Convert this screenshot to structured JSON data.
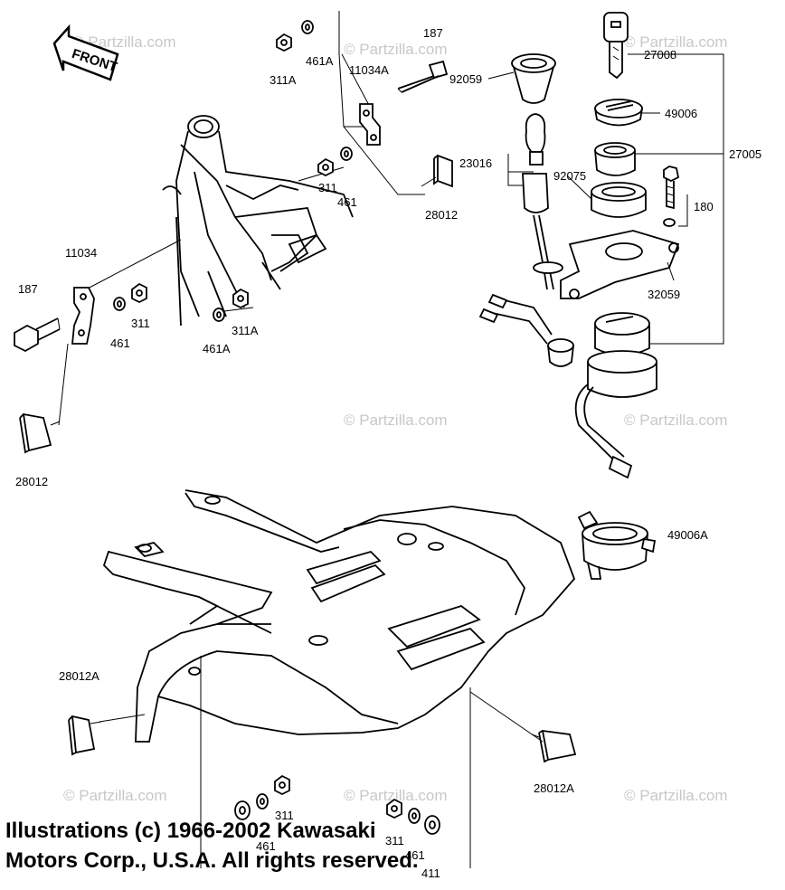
{
  "front_label": "FRONT",
  "watermark": "© Partzilla.com",
  "labels": {
    "p187_top": "187",
    "p461A_top": "461A",
    "p311A_top": "311A",
    "p11034A": "11034A",
    "p92059": "92059",
    "p27008": "27008",
    "p49006": "49006",
    "p27005": "27005",
    "p23016": "23016",
    "p92075": "92075",
    "p180": "180",
    "p311_mid": "311",
    "p461_mid": "461",
    "p28012_top": "28012",
    "p32059": "32059",
    "p11034": "11034",
    "p187_left": "187",
    "p461_left": "461",
    "p311_left": "311",
    "p461A_left": "461A",
    "p311A_left": "311A",
    "p28012_left": "28012",
    "p49006A": "49006A",
    "p28012A_left": "28012A",
    "p28012A_right": "28012A",
    "p311_bottom": "311",
    "p461_bottom": "461",
    "p311_bottom_r": "311",
    "p461_bottom_r": "461",
    "p411_bottom": "411"
  },
  "copyright": {
    "line1": "Illustrations (c) 1966-2002 Kawasaki",
    "line2": "Motors Corp., U.S.A.  All rights reserved."
  }
}
